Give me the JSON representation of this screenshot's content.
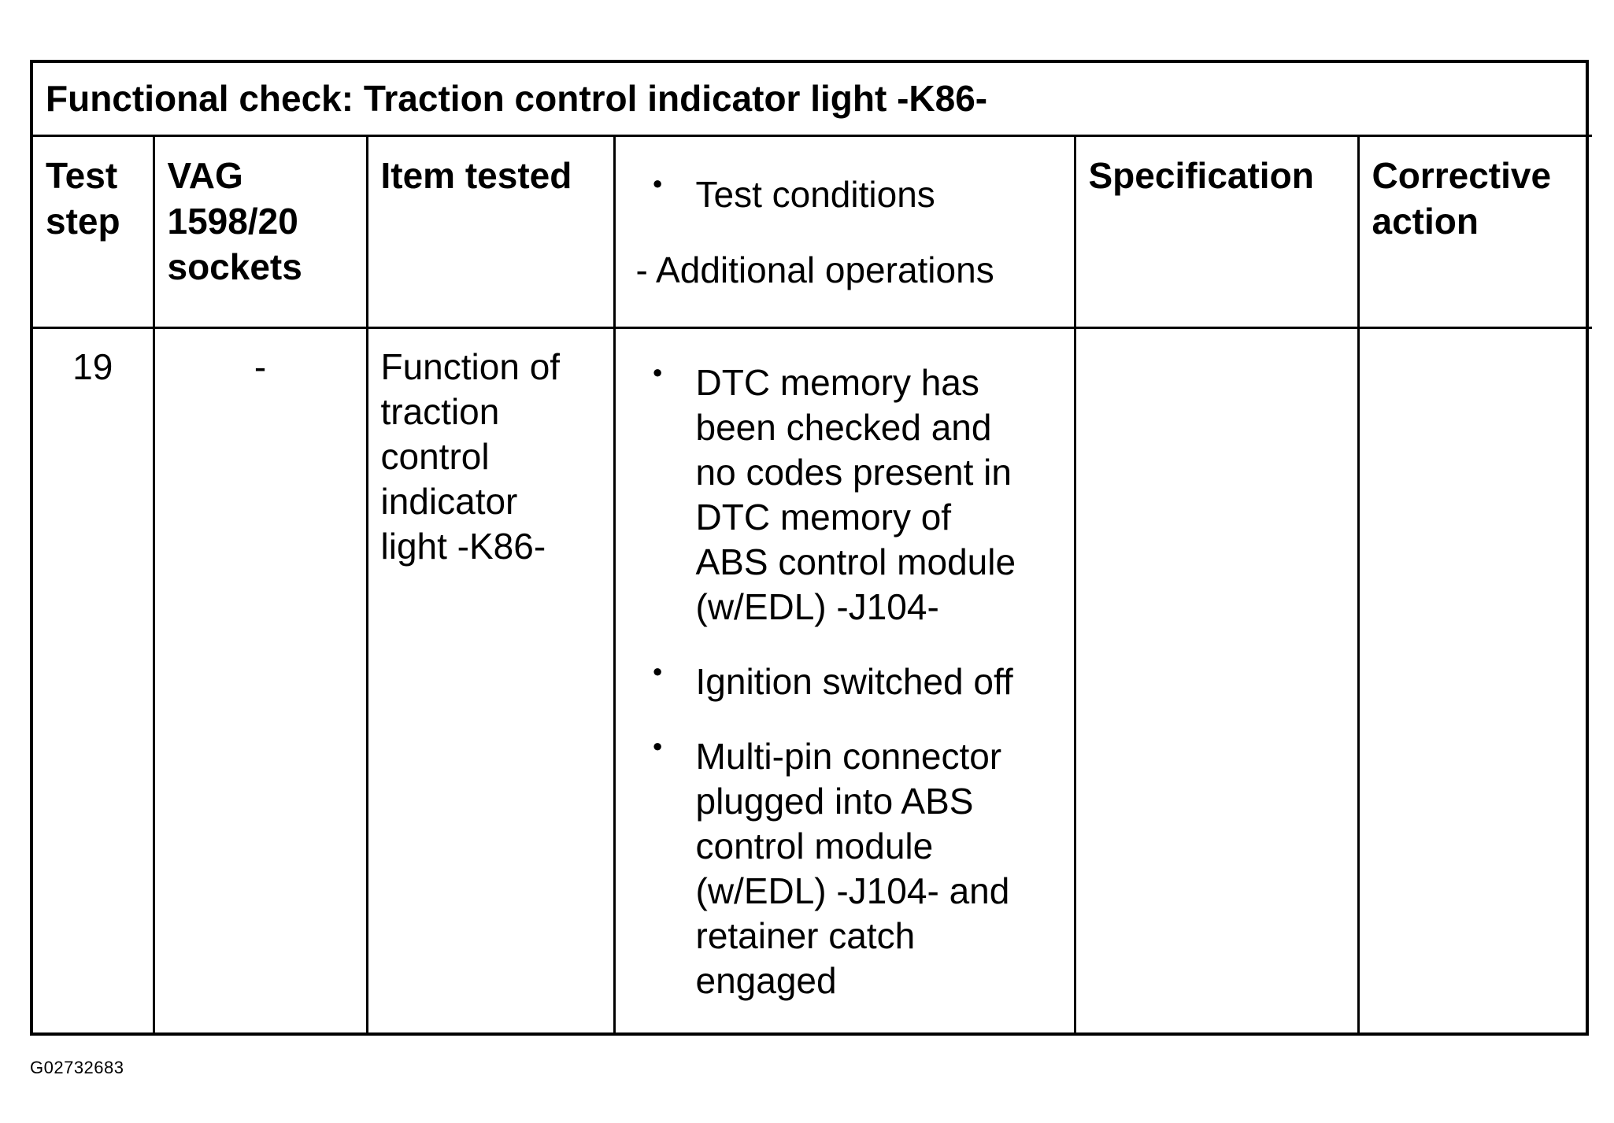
{
  "table": {
    "title": "Functional check: Traction control indicator light -K86-",
    "headers": {
      "test_step": [
        "Test",
        "step"
      ],
      "vag_sockets": [
        "VAG",
        "1598/20",
        "sockets"
      ],
      "item_tested": "Item tested",
      "test_conditions_bullet": "Test conditions",
      "additional_operations": "- Additional operations",
      "specification": "Specification",
      "corrective_action": [
        "Corrective",
        "action"
      ]
    },
    "rows": [
      {
        "test_step": "19",
        "vag_sockets": "-",
        "item_tested": [
          "Function of",
          "traction",
          "control",
          "indicator",
          "light -K86-"
        ],
        "conditions": [
          [
            "DTC memory has",
            "been checked and",
            "no codes present in",
            "DTC memory of",
            "ABS control module",
            "(w/EDL) -J104-"
          ],
          [
            "Ignition switched off"
          ],
          [
            "Multi-pin connector",
            "plugged into ABS",
            "control module",
            "(w/EDL) -J104- and",
            "retainer catch",
            "engaged"
          ]
        ],
        "specification": "",
        "corrective_action": ""
      }
    ]
  },
  "figure_id": "G02732683",
  "bullet_glyph": "●"
}
